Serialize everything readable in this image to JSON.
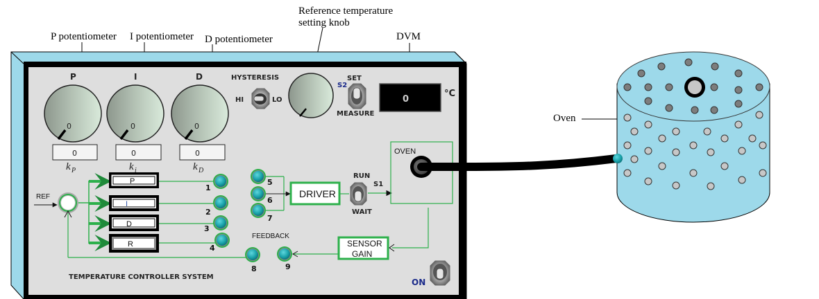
{
  "annotations": {
    "p_pot": "P potentiometer",
    "i_pot": "I potentiometer",
    "d_pot": "D potentiometer",
    "ref_knob_line1": "Reference temperature",
    "ref_knob_line2": "setting knob",
    "dvm": "DVM",
    "oven": "Oven"
  },
  "panel": {
    "title": "TEMPERATURE CONTROLLER SYSTEM",
    "knobs": [
      {
        "label": "P",
        "dial_value": "0",
        "display_value": "0",
        "gain_symbol": "k",
        "gain_sub": "P"
      },
      {
        "label": "I",
        "dial_value": "0",
        "display_value": "0",
        "gain_symbol": "k",
        "gain_sub": "i"
      },
      {
        "label": "D",
        "dial_value": "0",
        "display_value": "0",
        "gain_symbol": "k",
        "gain_sub": "D"
      }
    ],
    "hysteresis": {
      "label": "HYSTERESIS",
      "hi": "HI",
      "lo": "LO"
    },
    "s2": {
      "name": "S2",
      "top": "SET",
      "bottom": "MEASURE"
    },
    "dvm_display": {
      "value": "0",
      "unit": "°C"
    },
    "ref_label": "REF",
    "blocks": [
      "P",
      "I",
      "D",
      "R"
    ],
    "terminals": [
      "1",
      "2",
      "3",
      "4",
      "5",
      "6",
      "7",
      "8",
      "9"
    ],
    "driver": "DRIVER",
    "s1": {
      "name": "S1",
      "top": "RUN",
      "bottom": "WAIT"
    },
    "oven_label": "OVEN",
    "sensor_gain_line1": "SENSOR",
    "sensor_gain_line2": "GAIN",
    "feedback": "FEEDBACK",
    "power": "ON"
  },
  "colors": {
    "housing": "#9dd9ea",
    "faceplate": "#dedede",
    "wire": "#2db04b",
    "terminal": "#1aa3ab",
    "oven_body": "#9dd9ea"
  }
}
